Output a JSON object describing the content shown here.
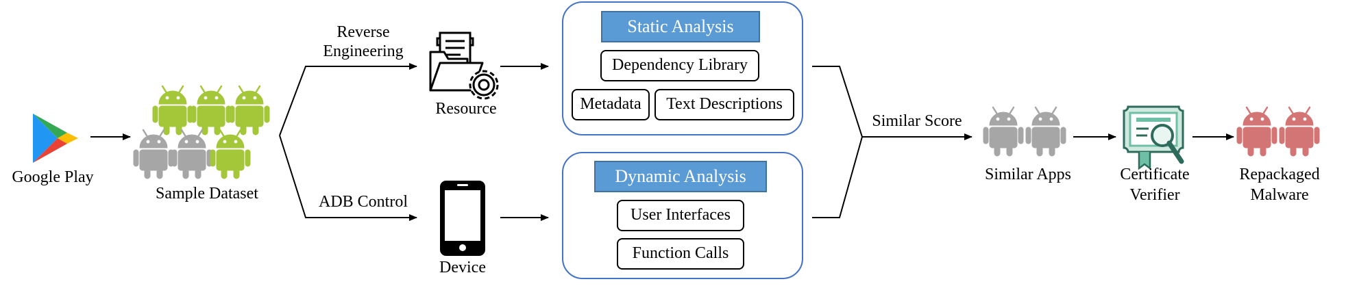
{
  "sources": {
    "google_play": "Google Play",
    "sample_dataset": "Sample Dataset"
  },
  "branches": {
    "reverse_engineering": [
      "Reverse",
      "Engineering"
    ],
    "adb_control": "ADB Control"
  },
  "nodes": {
    "resource": "Resource",
    "device": "Device"
  },
  "static_analysis": {
    "title": "Static Analysis",
    "items": [
      "Dependency Library",
      "Metadata",
      "Text Descriptions"
    ]
  },
  "dynamic_analysis": {
    "title": "Dynamic Analysis",
    "items": [
      "User Interfaces",
      "Function Calls"
    ]
  },
  "pipeline": {
    "similar_score": "Similar Score",
    "similar_apps": "Similar Apps",
    "certificate_verifier": [
      "Certificate",
      "Verifier"
    ],
    "repackaged_malware": [
      "Repackaged",
      "Malware"
    ]
  },
  "colors": {
    "panel_border": "#4472c4",
    "header_fill": "#5b9bd5",
    "android_green": "#a4c639",
    "android_gray": "#a6a6a6",
    "android_red": "#d47575",
    "certificate": "#6fbfa6"
  },
  "icons": [
    "google-play-icon",
    "android-icon",
    "folder-gear-icon",
    "smartphone-icon",
    "certificate-icon"
  ]
}
